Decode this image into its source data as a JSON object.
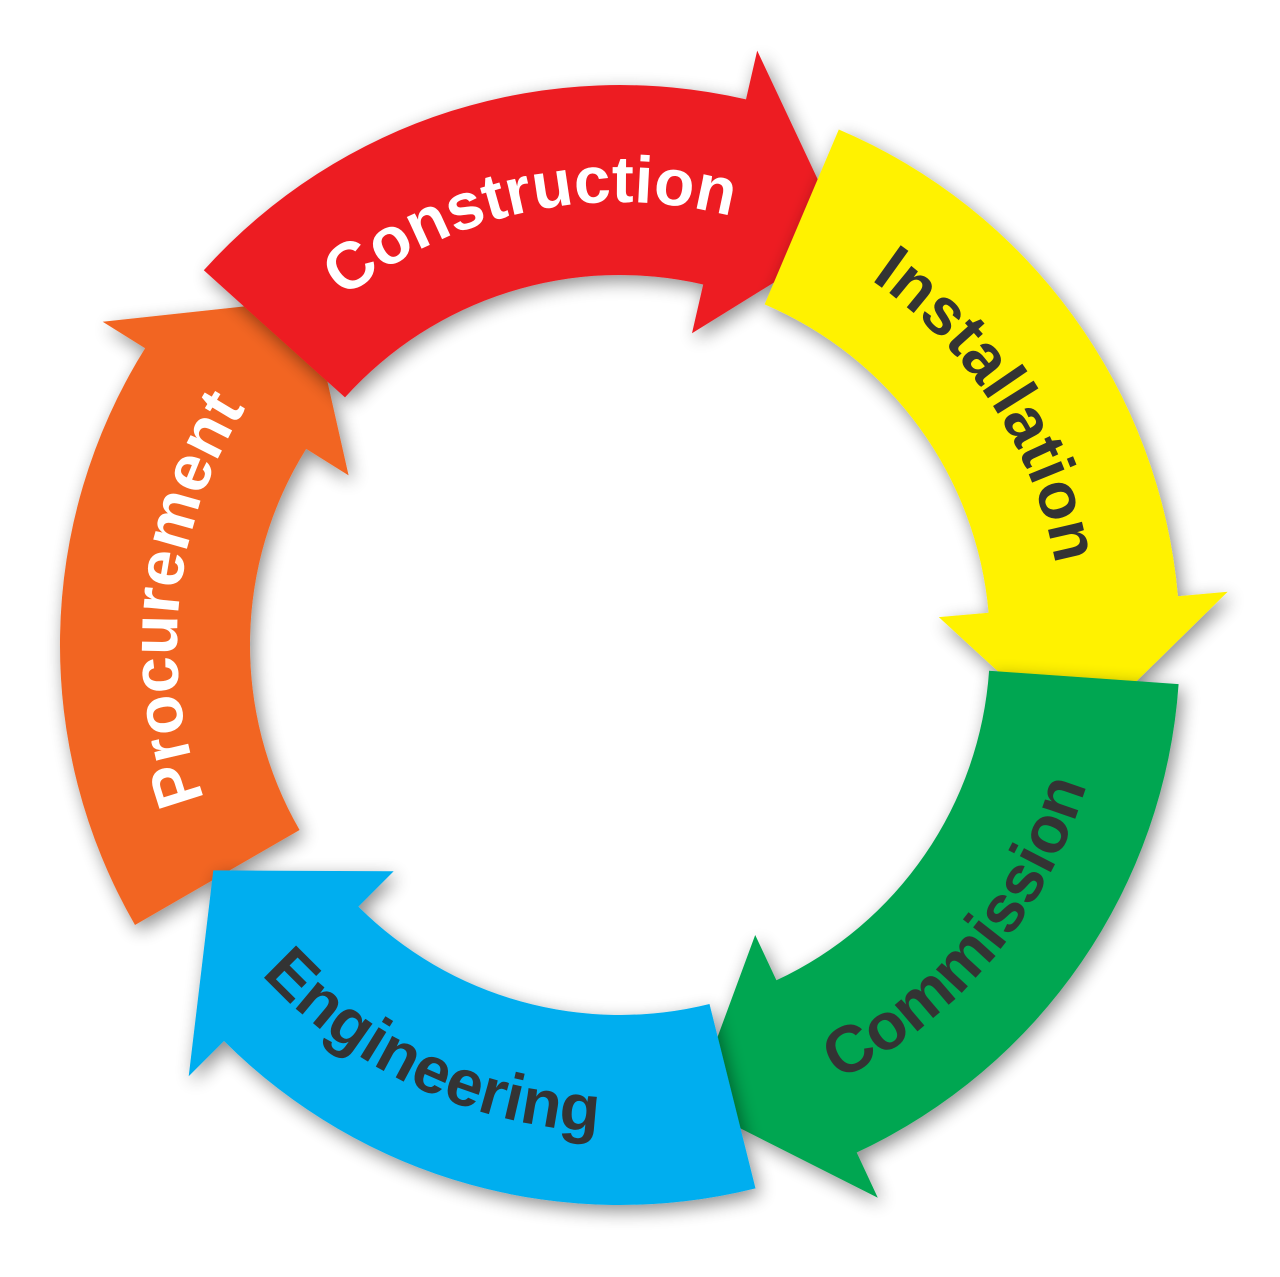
{
  "diagram": {
    "type": "cycle",
    "direction": "clockwise",
    "stages": [
      {
        "label": "Procurement",
        "color": "#F26522",
        "text_color": "#FFFFFF"
      },
      {
        "label": "Construction",
        "color": "#ED1C24",
        "text_color": "#FFFFFF"
      },
      {
        "label": "Installation",
        "color": "#FFF200",
        "text_color": "#333333"
      },
      {
        "label": "Commission",
        "color": "#00A651",
        "text_color": "#333333"
      },
      {
        "label": "Engineering",
        "color": "#00AEEF",
        "text_color": "#333333"
      }
    ]
  }
}
